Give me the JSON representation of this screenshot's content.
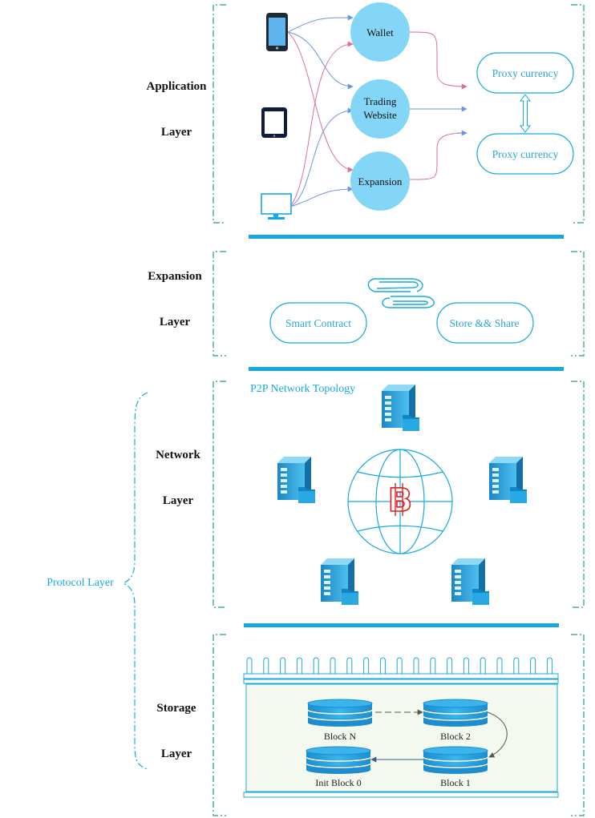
{
  "layers": {
    "application": {
      "line1": "Application",
      "line2": "Layer"
    },
    "expansion": {
      "line1": "Expansion",
      "line2": "Layer"
    },
    "network": {
      "line1": "Network",
      "line2": "Layer"
    },
    "storage": {
      "line1": "Storage",
      "line2": "Layer"
    }
  },
  "protocol_label": "Protocol Layer",
  "application_nodes": {
    "wallet": "Wallet",
    "trading_line1": "Trading",
    "trading_line2": "Website",
    "expansion": "Expansion",
    "proxy_top": "Proxy currency",
    "proxy_bottom": "Proxy currency"
  },
  "expansion_nodes": {
    "smart_contract": "Smart Contract",
    "store_share": "Store && Share"
  },
  "network": {
    "title": "P2P Network Topology"
  },
  "storage": {
    "block_n": "Block N",
    "block_2": "Block 2",
    "block_init": "Init Block 0",
    "block_1": "Block 1"
  },
  "colors": {
    "accent": "#14a9e2",
    "node_fill": "#84d6f7",
    "frame": "#1aa370",
    "arrow_blue": "#6d95e0",
    "arrow_pink": "#df6f97",
    "storage_bg": "#f3f9ee"
  }
}
